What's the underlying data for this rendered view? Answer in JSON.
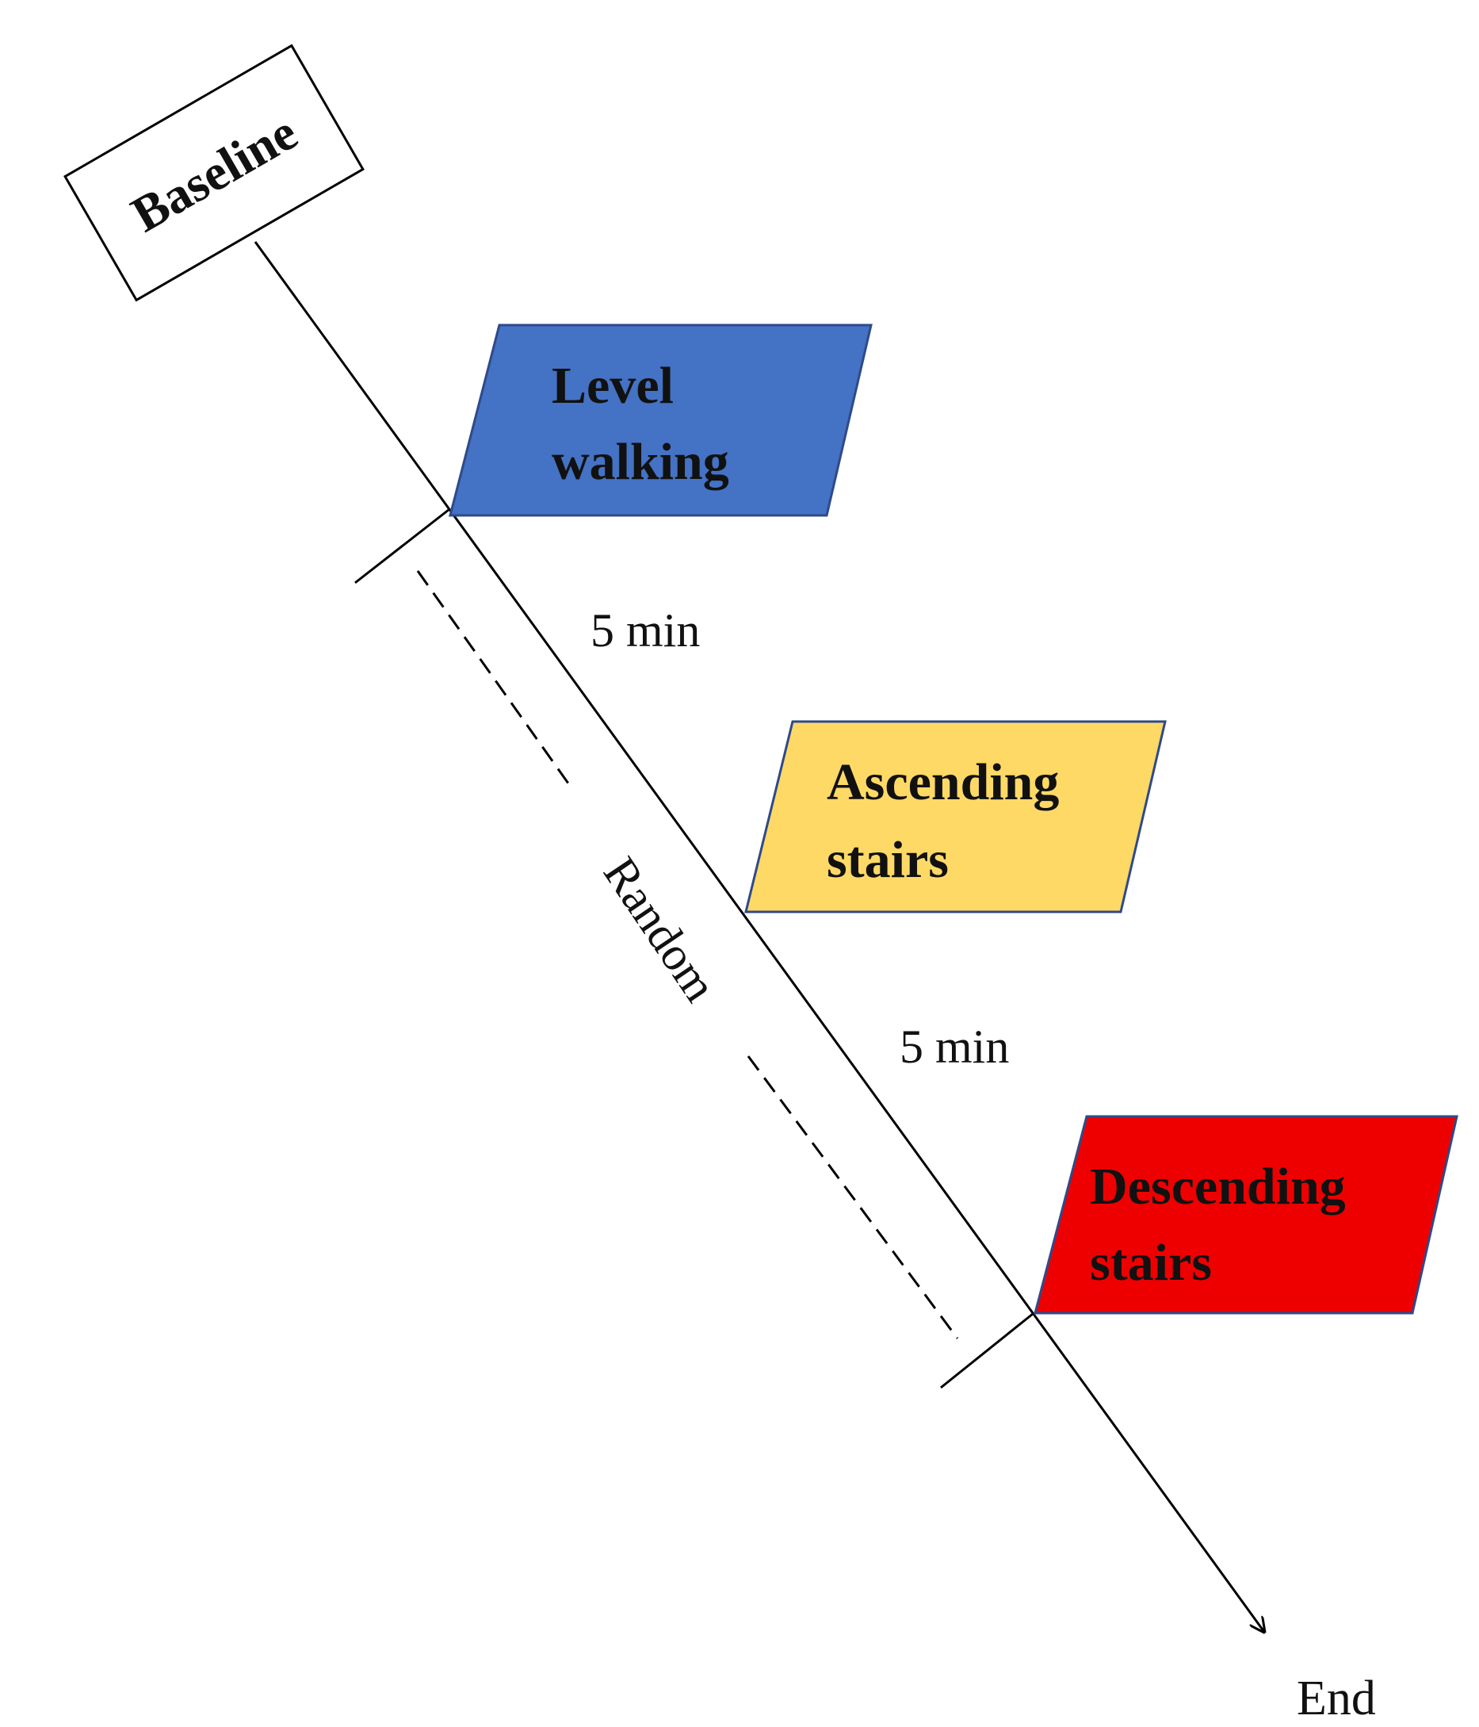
{
  "baseline": {
    "label": "Baseline"
  },
  "steps": [
    {
      "line1": "Level",
      "line2": "walking",
      "fill": "#4472C4",
      "text_color": "#111111"
    },
    {
      "line1": "Ascending",
      "line2": "stairs",
      "fill": "#FFD966",
      "text_color": "#111111"
    },
    {
      "line1": "Descending",
      "line2": "stairs",
      "fill": "#EE0000",
      "text_color": "#111111"
    }
  ],
  "intervals": [
    {
      "label": "5 min"
    },
    {
      "label": "5 min"
    }
  ],
  "random": {
    "label": "Random"
  },
  "end": {
    "label": "End"
  },
  "colors": {
    "line": "#000000",
    "box_border": "#000000",
    "parallelogram_border": "#2E4A8A"
  }
}
